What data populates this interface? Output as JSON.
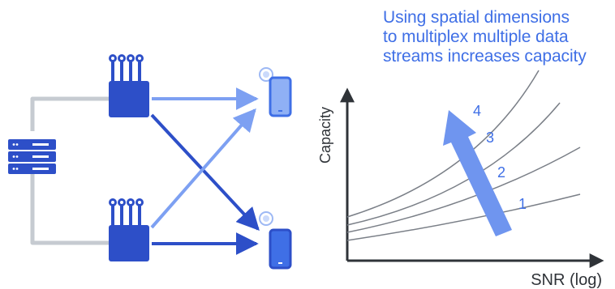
{
  "caption": {
    "lines": [
      "Using spatial dimensions",
      "to multiplex multiple data",
      "streams increases capacity"
    ]
  },
  "chart": {
    "y_axis_label": "Capacity",
    "x_axis_label": "SNR (log)",
    "curve_labels": [
      "1",
      "2",
      "3",
      "4"
    ]
  },
  "icons": {
    "server": "server-rack-icon",
    "access_point_top": "wireless-access-point-icon",
    "access_point_bottom": "wireless-access-point-icon",
    "device_top": "smartphone-icon",
    "device_bottom": "smartphone-icon",
    "capacity_arrow": "upward-arrow-icon"
  },
  "colors": {
    "accent_blue": "#3f6fe6",
    "dark_blue": "#2d4fc8",
    "light_blue": "#7da0f2",
    "gray_link": "#c6cbd1",
    "axis": "#2f3338",
    "curve": "#7a7f87"
  }
}
